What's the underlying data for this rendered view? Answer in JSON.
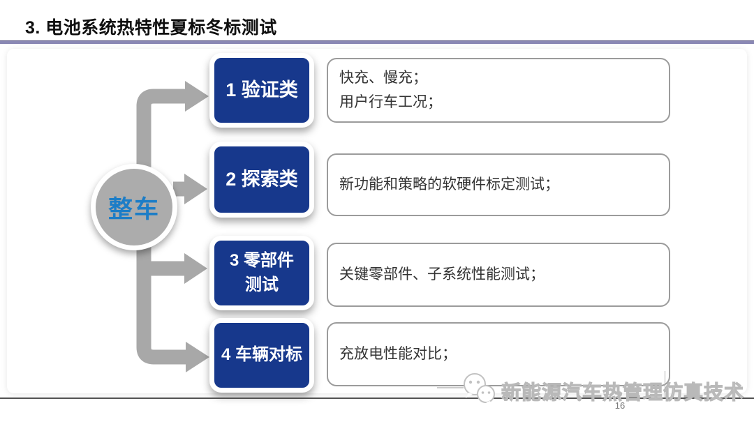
{
  "header": {
    "title": "3. 电池系统热特性夏标冬标测试"
  },
  "diagram": {
    "root_label": "整车",
    "rows": [
      {
        "label": "1 验证类",
        "description": "快充、慢充；\n用户行车工况；"
      },
      {
        "label": "2 探索类",
        "description": "新功能和策略的软硬件标定测试；"
      },
      {
        "label": "3 零部件\n测试",
        "description": "关键零部件、子系统性能测试；"
      },
      {
        "label": "4 车辆对标",
        "description": "充放电性能对比；"
      }
    ]
  },
  "footer": {
    "watermark_text": "新能源汽车热管理仿真技术",
    "page_number": "16"
  },
  "colors": {
    "node_blue": "#17388c",
    "root_label_blue": "#1c7dc7",
    "connector_gray": "#a8a8a8",
    "title_underline_purple": "#8a88b4",
    "watermark_gray": "#b9b9b9",
    "desc_border_gray": "#9b9b9b"
  }
}
